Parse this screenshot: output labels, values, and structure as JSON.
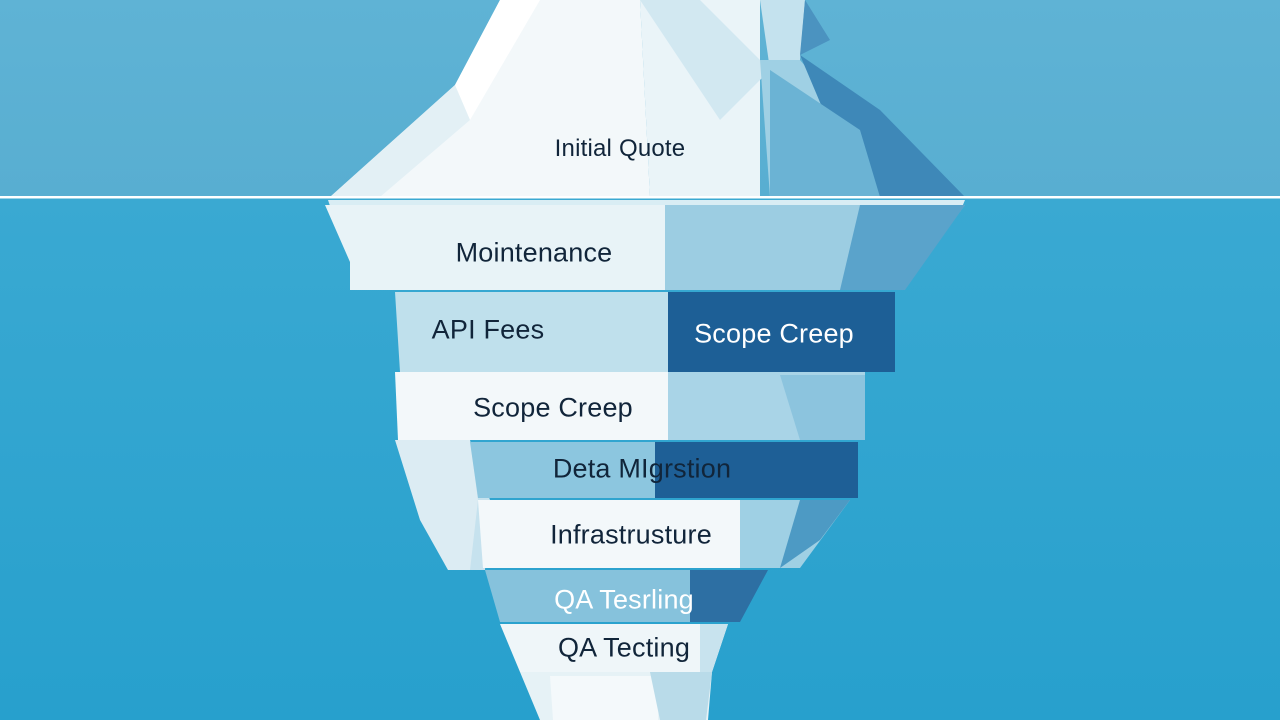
{
  "diagram": {
    "labels": {
      "initial_quote": "Initial Quote",
      "maintenance": "Mointenance",
      "api_fees": "API Fees",
      "scope_creep_dark": "Scope Creep",
      "scope_creep": "Scope Creep",
      "data_migration": "Deta MIgrstion",
      "infrastructure": "Infrastrusture",
      "qa_testing_upper": "QA Tesrling",
      "qa_testing_lower": "QA Tecting"
    }
  },
  "colors": {
    "sky": "#5cb1d4",
    "water": "#2ba3cf",
    "waterline": "#ffffff",
    "ice_light": "#f4f9fb",
    "ice_mid": "#bfe0ec",
    "ice_shadow": "#7dbfd9",
    "band_dark": "#1c5f95",
    "label_text": "#11253a"
  }
}
